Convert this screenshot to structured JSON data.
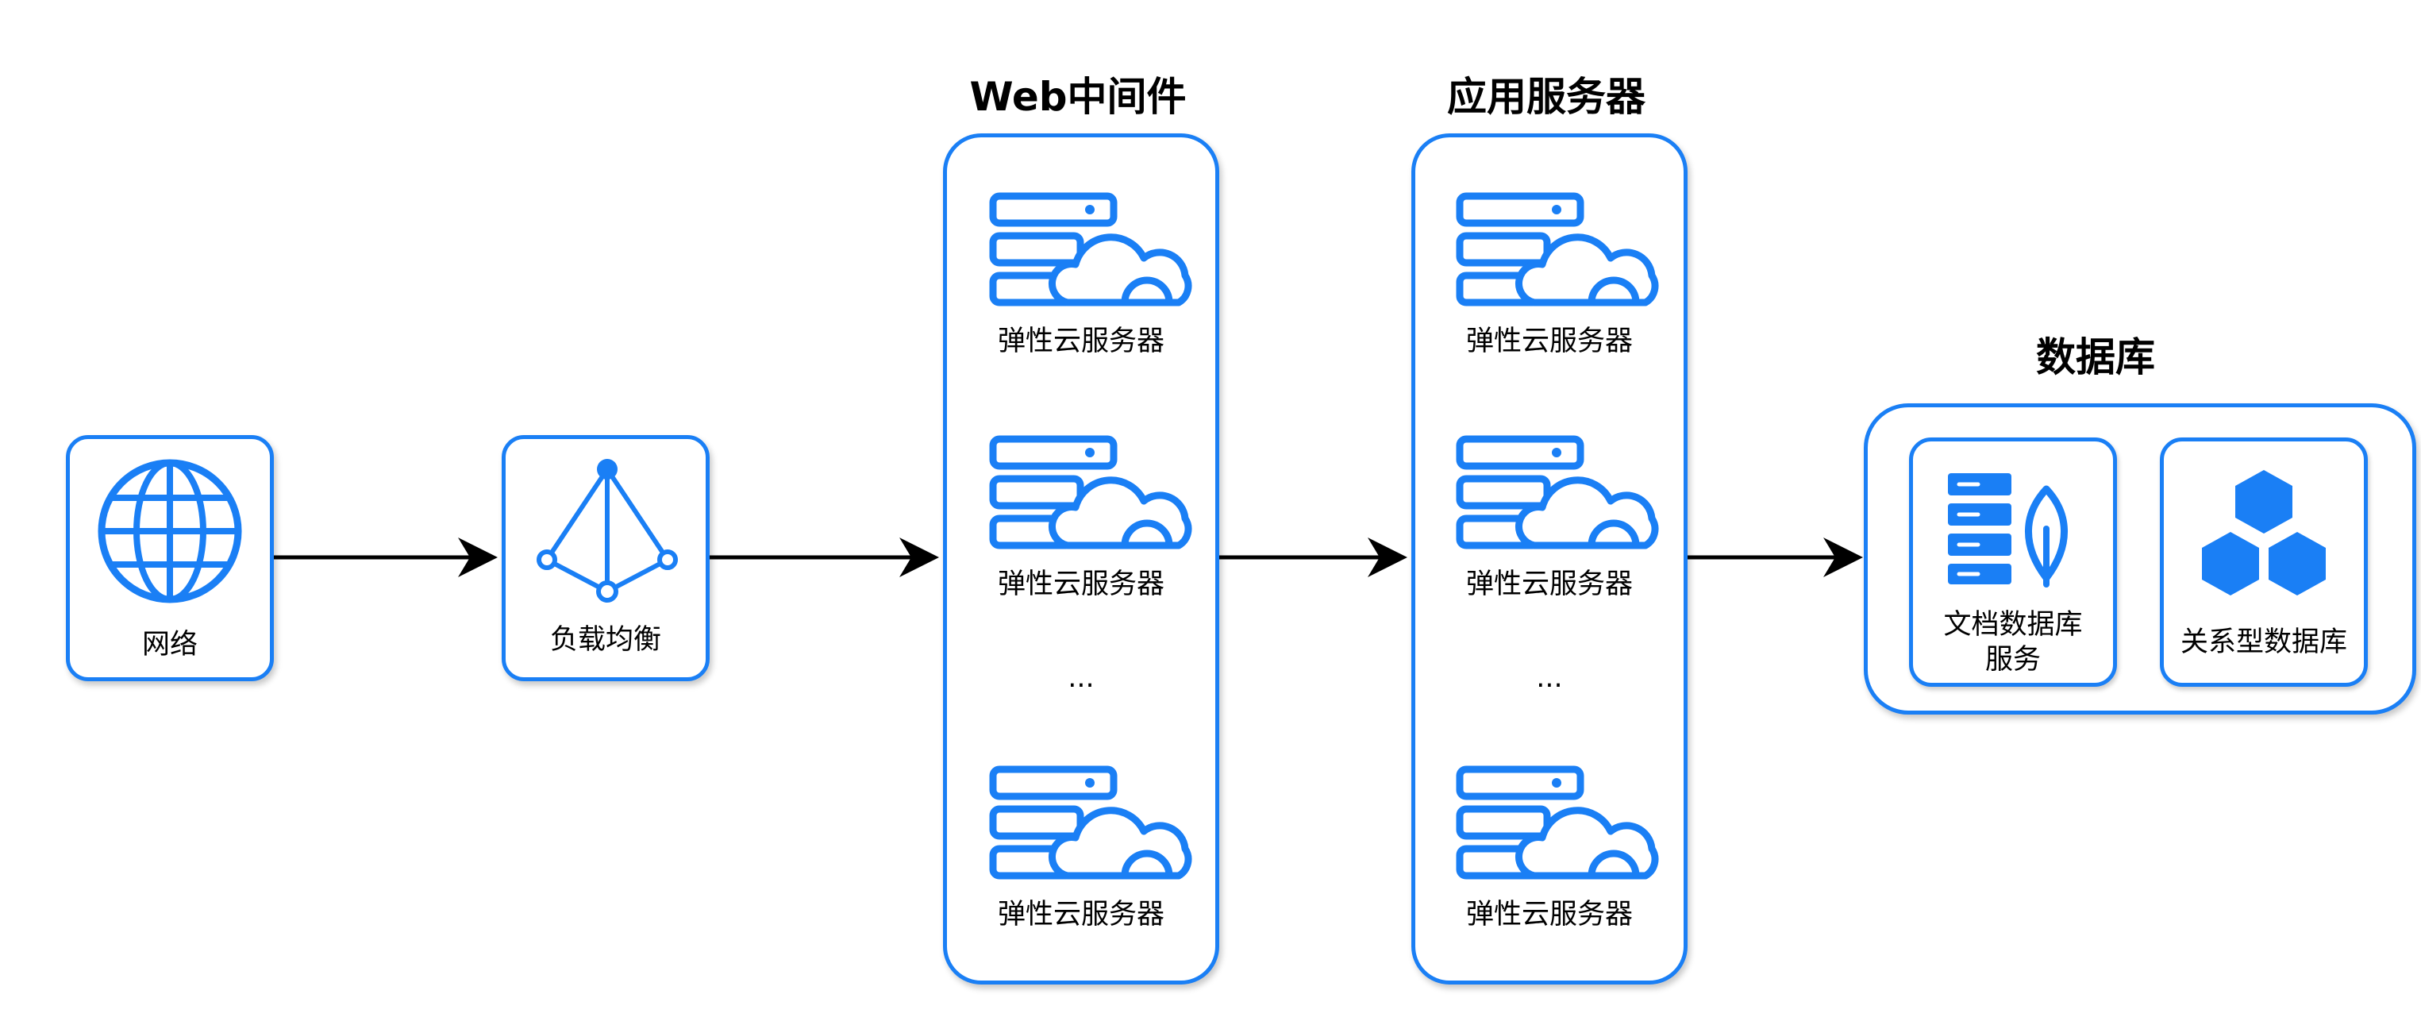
{
  "network": {
    "label": "网络"
  },
  "load_balancer": {
    "label": "负载均衡"
  },
  "web_middleware": {
    "title": "Web中间件",
    "servers": [
      {
        "label": "弹性云服务器"
      },
      {
        "label": "弹性云服务器"
      },
      {
        "label": "弹性云服务器"
      }
    ],
    "ellipsis": "..."
  },
  "app_server": {
    "title": "应用服务器",
    "servers": [
      {
        "label": "弹性云服务器"
      },
      {
        "label": "弹性云服务器"
      },
      {
        "label": "弹性云服务器"
      }
    ],
    "ellipsis": "..."
  },
  "database": {
    "title": "数据库",
    "document_db": {
      "label_line1": "文档数据库",
      "label_line2": "服务"
    },
    "relational_db": {
      "label": "关系型数据库"
    }
  },
  "colors": {
    "accent": "#1a7ff5",
    "arrow": "#000000"
  },
  "icons": {
    "network": "globe-icon",
    "load_balancer": "load-balancer-icon",
    "server": "cloud-server-icon",
    "document_db": "document-db-icon",
    "relational_db": "hexagon-cluster-icon"
  }
}
